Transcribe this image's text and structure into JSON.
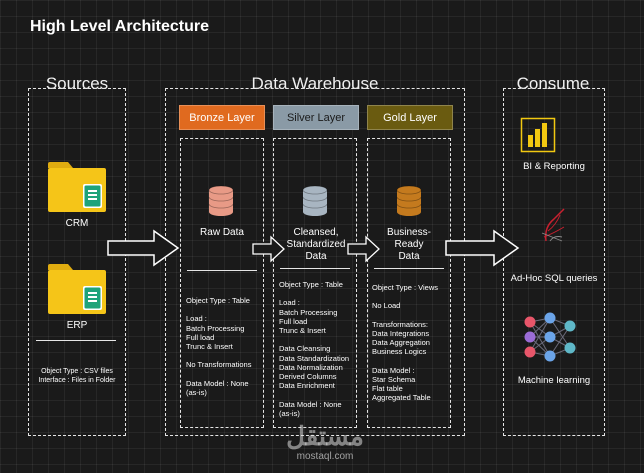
{
  "title": "High Level Architecture",
  "sections": {
    "sources": "Sources",
    "warehouse": "Data Warehouse",
    "consume": "Consume"
  },
  "sources": {
    "crm_label": "CRM",
    "erp_label": "ERP",
    "details": "Object Type : CSV files\nInterface : Files in Folder"
  },
  "layers": {
    "bronze": {
      "tag": "Bronze Layer",
      "color": "#e06a1f",
      "db_color": "#e89a86",
      "heading": "Raw Data",
      "details": "Object Type : Table\n\nLoad :\nBatch Processing\nFull load\nTrunc & Insert\n\nNo Transformations\n\nData Model : None\n(as-is)"
    },
    "silver": {
      "tag": "Silver Layer",
      "color": "#8a9aa6",
      "db_color": "#a8b5c1",
      "heading": "Cleansed,\nStandardized\nData",
      "details": "Object Type : Table\n\nLoad :\nBatch Processing\nFull load\nTrunc & Insert\n\nData Cleansing\nData Standardization\nData Normalization\nDerived Columns\nData Enrichment\n\nData Model : None\n(as-is)"
    },
    "gold": {
      "tag": "Gold Layer",
      "color": "#6a5b10",
      "db_color": "#c47a1e",
      "heading": "Business-\nReady\nData",
      "details": "Object Type : Views\n\nNo Load\n\nTransformations:\nData Integrations\nData Aggregation\nBusiness Logics\n\nData Model :\nStar Schema\nFlat table\nAggregated Table"
    }
  },
  "consume": {
    "bi": "BI & Reporting",
    "sql": "Ad-Hoc SQL queries",
    "ml": "Machine learning"
  },
  "watermark": {
    "arabic": "مستقل",
    "latin": "mostaql.com"
  },
  "colors": {
    "folder": "#f5c518",
    "folder_tab": "#e0ac10",
    "doc": "#1fa37a",
    "powerbi": "#f2c811",
    "sql_red": "#c8202f"
  },
  "icons": {
    "folder": "folder-icon",
    "database": "database-icon",
    "powerbi": "powerbi-icon",
    "sql": "sql-server-icon",
    "ml": "neural-network-icon",
    "arrow": "arrow-icon"
  }
}
